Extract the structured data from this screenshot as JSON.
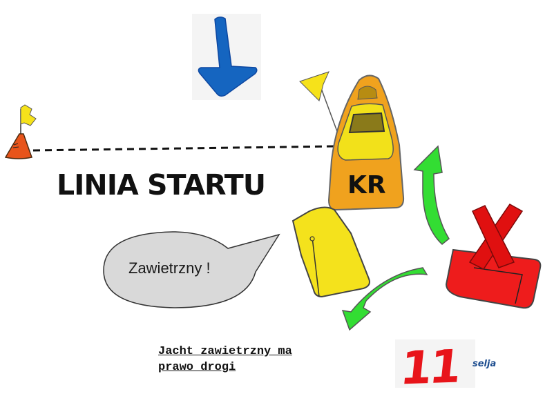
{
  "labels": {
    "start_line": "LINIA STARTU",
    "committee_boat": "KR",
    "speech_bubble": "Zawietrzny !",
    "rule_line_1": "Jacht zawietrzny ma",
    "rule_line_2": "prawo drogi",
    "rule_number": "11",
    "brand": "selja"
  },
  "icons": {
    "wind_arrow": "down-arrow-icon",
    "pin_buoy": "buoy-flag-icon",
    "start_flag": "flag-icon",
    "penalty_mark": "x-mark-icon",
    "course_arrows": "curved-arrow-icon"
  },
  "colors": {
    "wind_arrow": "#1565c0",
    "committee_boat": "#f0a21e",
    "windward_yacht": "#ee1c1c",
    "leeward_yacht": "#f4e21c",
    "course_arrows": "#33dd33",
    "penalty_mark": "#e01010",
    "flag": "#f6e21a",
    "buoy": "#e8541a",
    "rule_number": "#e8141a",
    "brand": "#1d4d8f"
  }
}
